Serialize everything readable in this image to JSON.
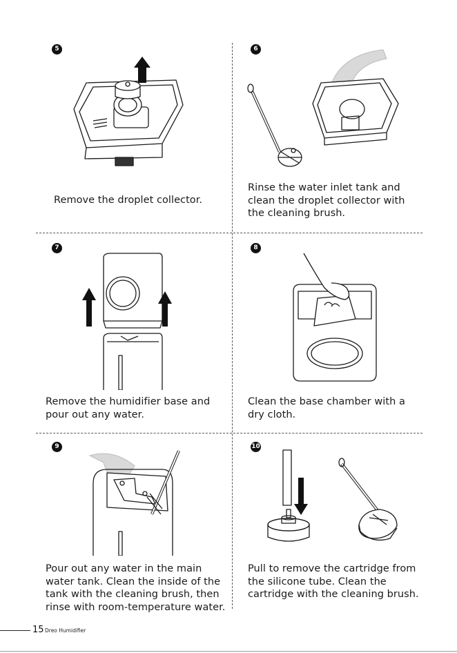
{
  "steps": [
    {
      "num": "5",
      "caption": "Remove the droplet collector."
    },
    {
      "num": "6",
      "caption": "Rinse the water inlet tank and clean the droplet collector with the cleaning brush."
    },
    {
      "num": "7",
      "caption": "Remove the humidifier base and pour out any water."
    },
    {
      "num": "8",
      "caption": "Clean the base chamber with a dry cloth."
    },
    {
      "num": "9",
      "caption": "Pour out any water in the main water tank. Clean the inside of the tank with the cleaning brush, then rinse with room-temperature water."
    },
    {
      "num": "10",
      "caption": "Pull to remove the cartridge from the silicone tube. Clean the cartridge with the cleaning brush."
    }
  ],
  "footer": {
    "page": "15",
    "label": "Dreo Humidifier"
  },
  "icons": [
    "droplet-collector-illustration",
    "rinse-tank-illustration",
    "remove-base-illustration",
    "clean-chamber-illustration",
    "clean-main-tank-illustration",
    "cartridge-illustration"
  ],
  "colors": {
    "ink": "#1a1a1a",
    "number_badge": "#111111",
    "water": "#d9d9d9"
  }
}
